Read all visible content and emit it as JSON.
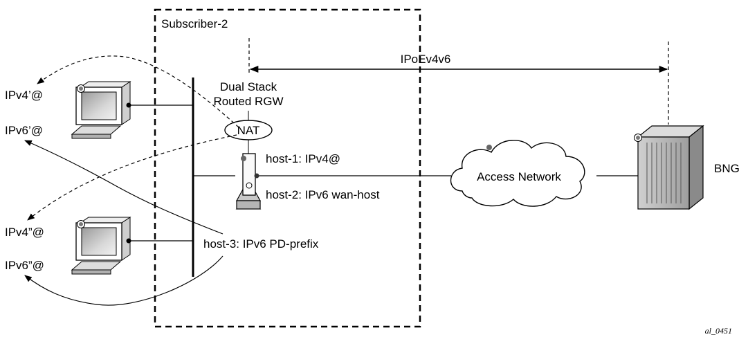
{
  "subscriber_label": "Subscriber-2",
  "ipoe_label": "IPoEv4v6",
  "rgw_label_line1": "Dual Stack",
  "rgw_label_line2": "Routed RGW",
  "nat_label": "NAT",
  "host1_label": "host-1: IPv4@",
  "host2_label": "host-2: IPv6 wan-host",
  "host3_label": "host-3: IPv6 PD-prefix",
  "access_network_label": "Access Network",
  "bng_label": "BNG",
  "pc1_ipv4_label": "IPv4’@",
  "pc1_ipv6_label": "IPv6’@",
  "pc2_ipv4_label": "IPv4”@",
  "pc2_ipv6_label": "IPv6”@",
  "figure_id": "al_0451"
}
